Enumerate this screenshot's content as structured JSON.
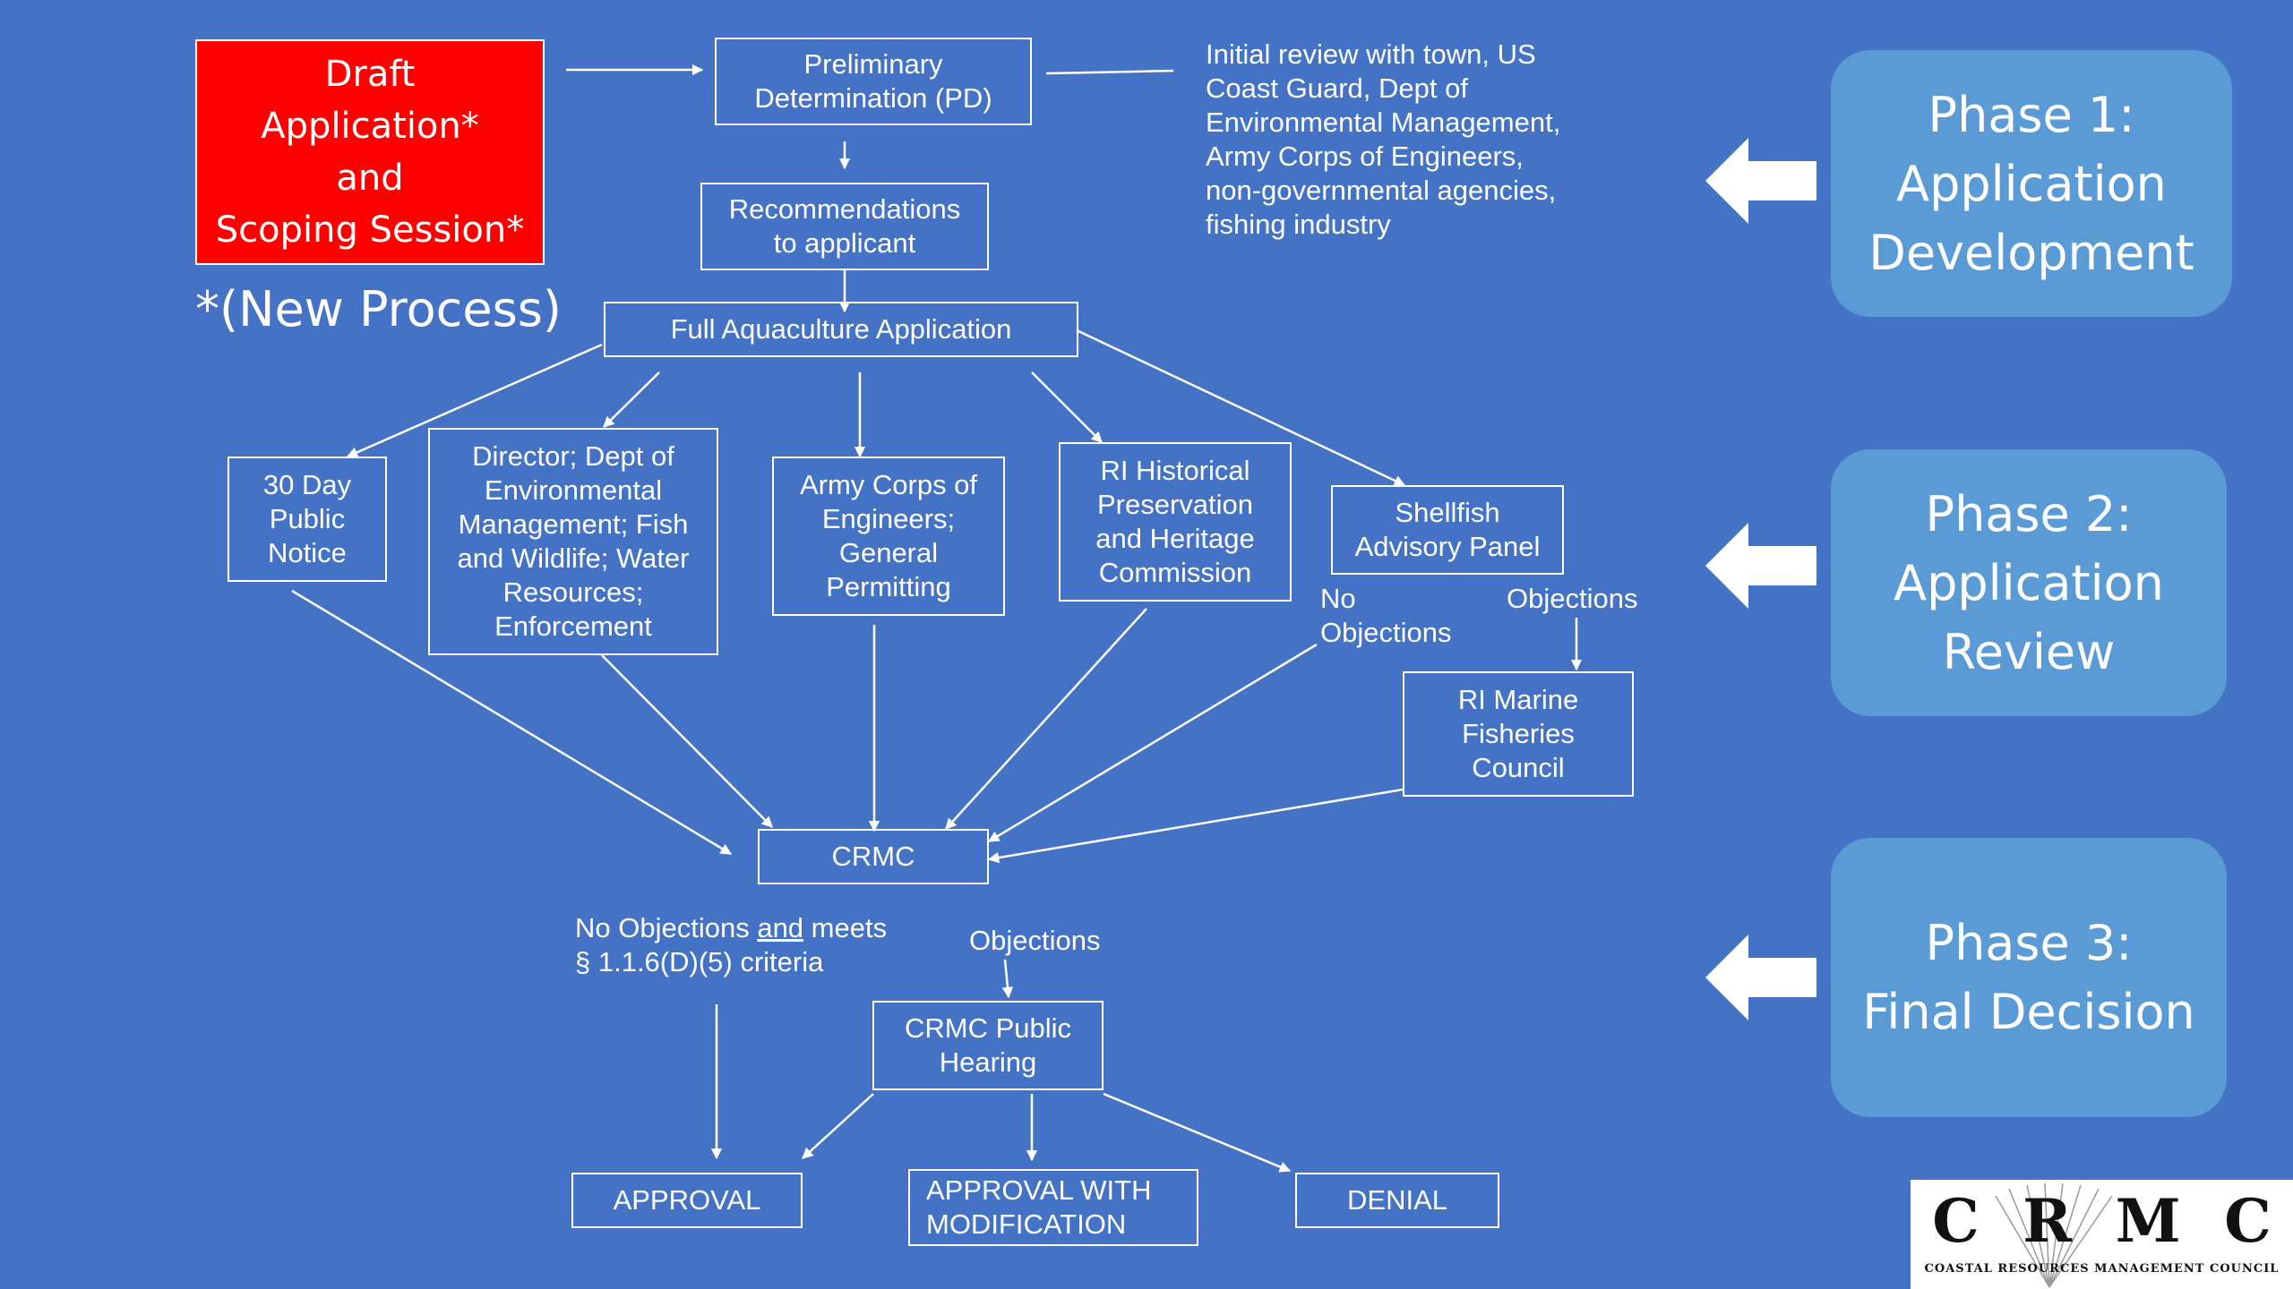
{
  "draft": "Draft\nApplication*\nand\nScoping Session*",
  "new_process": "*(New Process)",
  "boxes": {
    "pd": "Preliminary\nDetermination (PD)",
    "recommendations": "Recommendations\nto applicant",
    "full_app": "Full Aquaculture Application",
    "public_notice": "30 Day\nPublic\nNotice",
    "dem": "Director; Dept of\nEnvironmental\nManagement; Fish\nand Wildlife; Water\nResources;\nEnforcement",
    "army_corps": "Army Corps of\nEngineers;\nGeneral\nPermitting",
    "historical": "RI Historical\nPreservation\nand Heritage\nCommission",
    "shellfish": "Shellfish\nAdvisory Panel",
    "fisheries": "RI Marine\nFisheries\nCouncil",
    "crmc": "CRMC",
    "hearing": "CRMC Public\nHearing",
    "approval": "APPROVAL",
    "approval_mod": "APPROVAL WITH\nMODIFICATION",
    "denial": "DENIAL"
  },
  "notes": {
    "initial_review": "Initial review with town, US\nCoast Guard, Dept of\nEnvironmental Management,\nArmy Corps of Engineers,\nnon-governmental agencies,\nfishing industry",
    "no_objections_shellfish": "No\nObjections",
    "objections_shellfish": "Objections",
    "crmc_no_objections_pre": "No Objections ",
    "crmc_no_objections_and": "and",
    "crmc_no_objections_post": " meets",
    "crmc_criteria": "§ 1.1.6(D)(5) criteria",
    "crmc_objections": "Objections"
  },
  "phases": [
    {
      "label": "Phase 1:\nApplication\nDevelopment"
    },
    {
      "label": "Phase 2:\nApplication\nReview"
    },
    {
      "label": "Phase 3:\nFinal Decision"
    }
  ],
  "logo": {
    "letters": [
      "C",
      "R",
      "M",
      "C"
    ],
    "subtitle": "COASTAL RESOURCES MANAGEMENT COUNCIL"
  },
  "colors": {
    "background": "#4472c4",
    "draft_fill": "#ff0000",
    "phase_fill": "#5b9bd5",
    "line": "#ffffff"
  }
}
